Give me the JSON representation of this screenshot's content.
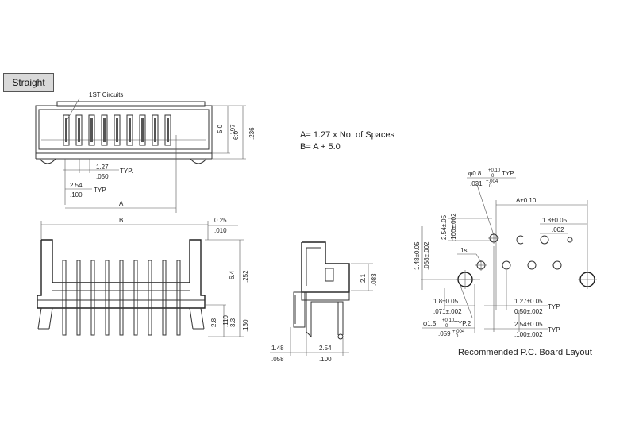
{
  "section_tag": "Straight",
  "formula": {
    "line1": "A= 1.27 x No. of Spaces",
    "line2": "B= A + 5.0"
  },
  "note": "Recommended P.C. Board Layout",
  "top_view": {
    "first_circuits": "1ST Circuits",
    "pitch_mm": "1.27",
    "pitch_in": ".050",
    "pitch_typ": "TYP.",
    "span_mm": "2.54",
    "span_in": ".100",
    "span_typ": "TYP.",
    "label_a": "A",
    "h1_mm": "5.0",
    "h1_in": ".197",
    "h2_mm": "6.0",
    "h2_in": ".236"
  },
  "front_view": {
    "label_b": "B",
    "gap_mm": "0.25",
    "gap_in": ".010",
    "height_mm": "6.4",
    "height_in": ".252",
    "pin_mm": "2.8",
    "pin_in": ".110",
    "tail_mm": "3.3",
    "tail_in": ".130"
  },
  "side_view": {
    "h_mm": "2.1",
    "h_in": ".083",
    "w1_mm": "1.48",
    "w1_in": ".058",
    "w2_mm": "2.54",
    "w2_in": ".100"
  },
  "pcb_layout": {
    "hole_small": "φ0.8",
    "hole_small_tol": "+0.10",
    "hole_small_tol2": "0",
    "hole_small_typ": "TYP.",
    "hole_small_in": ".031",
    "hole_small_in_tol": "+.004",
    "hole_small_in_tol2": "0",
    "a_tol": "A±0.10",
    "pitch_mm": "1.8±0.05",
    "pitch_in": ".002",
    "row_v_mm": "2.54±.05",
    "row_v_in": ".100±.002",
    "off_v_mm": "1.48±0.05",
    "off_v_in": ".058±.002",
    "first_label": "1st",
    "x1_mm": "1.8±0.05",
    "x1_in": ".071±.002",
    "x2_mm": "1.27±0.05",
    "x2_in": "0.50±.002",
    "x2_typ": "TYP.",
    "hole_large": "φ1.5",
    "hole_large_tol": "+0.10",
    "hole_large_tol2": "0",
    "hole_large_typ": "TYP.2",
    "hole_large_in": ".059",
    "hole_large_in_tol": "+.004",
    "hole_large_in_tol2": "0",
    "x3_mm": "2.54±0.05",
    "x3_in": ".100±.002",
    "x3_typ": "TYP."
  }
}
